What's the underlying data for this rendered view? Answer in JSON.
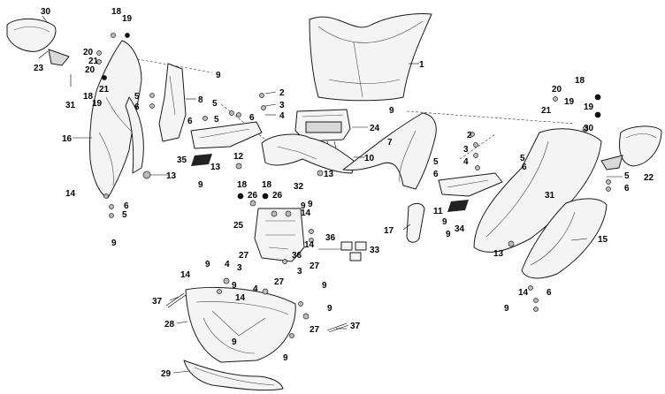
{
  "diagram": {
    "type": "exploded-parts-diagram",
    "colors": {
      "line": "#1a1a1a",
      "fill": "#f4f4f4",
      "hardware": "#bbbbbb",
      "background": "#ffffff"
    },
    "callouts": {
      "c1": "1",
      "c2a": "2",
      "c3a": "3",
      "c4a": "4",
      "c2b": "2",
      "c3b": "3",
      "c4b": "4",
      "c5a": "5",
      "c6a": "6",
      "c5b": "5",
      "c6b": "6",
      "c5c": "5",
      "c6c": "6",
      "c5d": "5",
      "c6d": "6",
      "c5e": "5",
      "c6e": "6",
      "c5f": "5",
      "c6f": "6",
      "c5g": "5",
      "c6g": "6",
      "c7": "7",
      "c8": "8",
      "c9a": "9",
      "c9b": "9",
      "c9c": "9",
      "c9d": "9",
      "c9e": "9",
      "c9f": "9",
      "c9g": "9",
      "c9h": "9",
      "c9i": "9",
      "c9j": "9",
      "c9k": "9",
      "c9l": "9",
      "c9m": "9",
      "c9n": "9",
      "c9o": "9",
      "c10": "10",
      "c11": "11",
      "c12": "12",
      "c13a": "13",
      "c13b": "13",
      "c13c": "13",
      "c13d": "13",
      "c14a": "14",
      "c14b": "14",
      "c14c": "14",
      "c14d": "14",
      "c14e": "14",
      "c14f": "14",
      "c15": "15",
      "c16": "16",
      "c17": "17",
      "c18a": "18",
      "c18b": "18",
      "c18c": "18",
      "c18d": "18",
      "c18e": "18",
      "c19a": "19",
      "c19b": "19",
      "c19c": "19",
      "c19d": "19",
      "c20a": "20",
      "c20b": "20",
      "c20c": "20",
      "c21a": "21",
      "c21b": "21",
      "c21c": "21",
      "c22": "22",
      "c23": "23",
      "c24": "24",
      "c25": "25",
      "c26a": "26",
      "c26b": "26",
      "c27a": "27",
      "c27b": "27",
      "c27c": "27",
      "c27d": "27",
      "c28": "28",
      "c29": "29",
      "c30a": "30",
      "c30b": "30",
      "c31a": "31",
      "c31b": "31",
      "c32": "32",
      "c33": "33",
      "c34": "34",
      "c35": "35",
      "c36a": "36",
      "c36b": "36",
      "c37a": "37",
      "c37b": "37"
    }
  }
}
